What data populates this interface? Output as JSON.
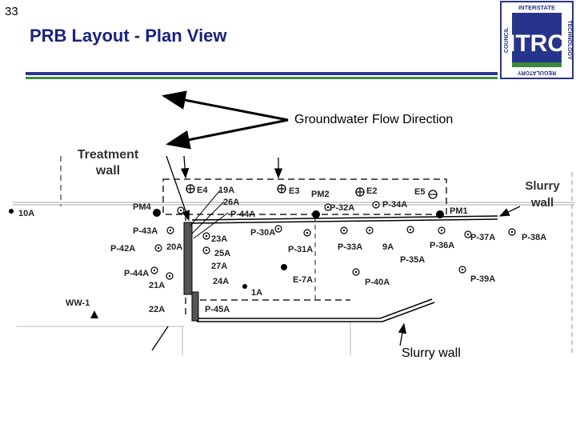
{
  "slide": {
    "number": "33",
    "title": "PRB Layout - Plan View"
  },
  "logo": {
    "text": "ITRC",
    "top_text": "INTERSTATE",
    "right_text": "TECHNOLOGY",
    "bottom_text": "REGULATORY",
    "left_text": "COUNCIL",
    "colors": {
      "blue": "#27348b",
      "green": "#3a8a3a"
    }
  },
  "diagram": {
    "callouts": {
      "flow": "Groundwater Flow Direction",
      "treatment_line1": "Treatment",
      "treatment_line2": "wall",
      "slurry_right_line1": "Slurry",
      "slurry_right_line2": "wall",
      "slurry_bottom": "Slurry wall"
    },
    "labels": {
      "pm4": "PM4",
      "pm2": "PM2",
      "pm1": "PM1",
      "e4": "E4",
      "e3": "E3",
      "e2": "E2",
      "e5": "E5",
      "e7a": "E-7A",
      "a10": "10A",
      "a19": "19A",
      "a26": "26A",
      "a20": "20A",
      "a21": "21A",
      "a22": "22A",
      "a23": "23A",
      "a25": "25A",
      "a27": "27A",
      "a24": "24A",
      "a1": "1A",
      "a9": "9A",
      "p44a_top": "P-44A",
      "p43a": "P-43A",
      "p42a": "P-42A",
      "p44a": "P-44A",
      "p45a": "P-45A",
      "p30a": "P-30A",
      "p31a": "P-31A",
      "p32a": "P-32A",
      "p33a": "P-33A",
      "p34a": "P-34A",
      "p35a": "P-35A",
      "p36a": "P-36A",
      "p37a": "P-37A",
      "p38a": "P-38A",
      "p39a": "P-39A",
      "p40a": "P-40A",
      "ww1": "WW-1"
    }
  }
}
